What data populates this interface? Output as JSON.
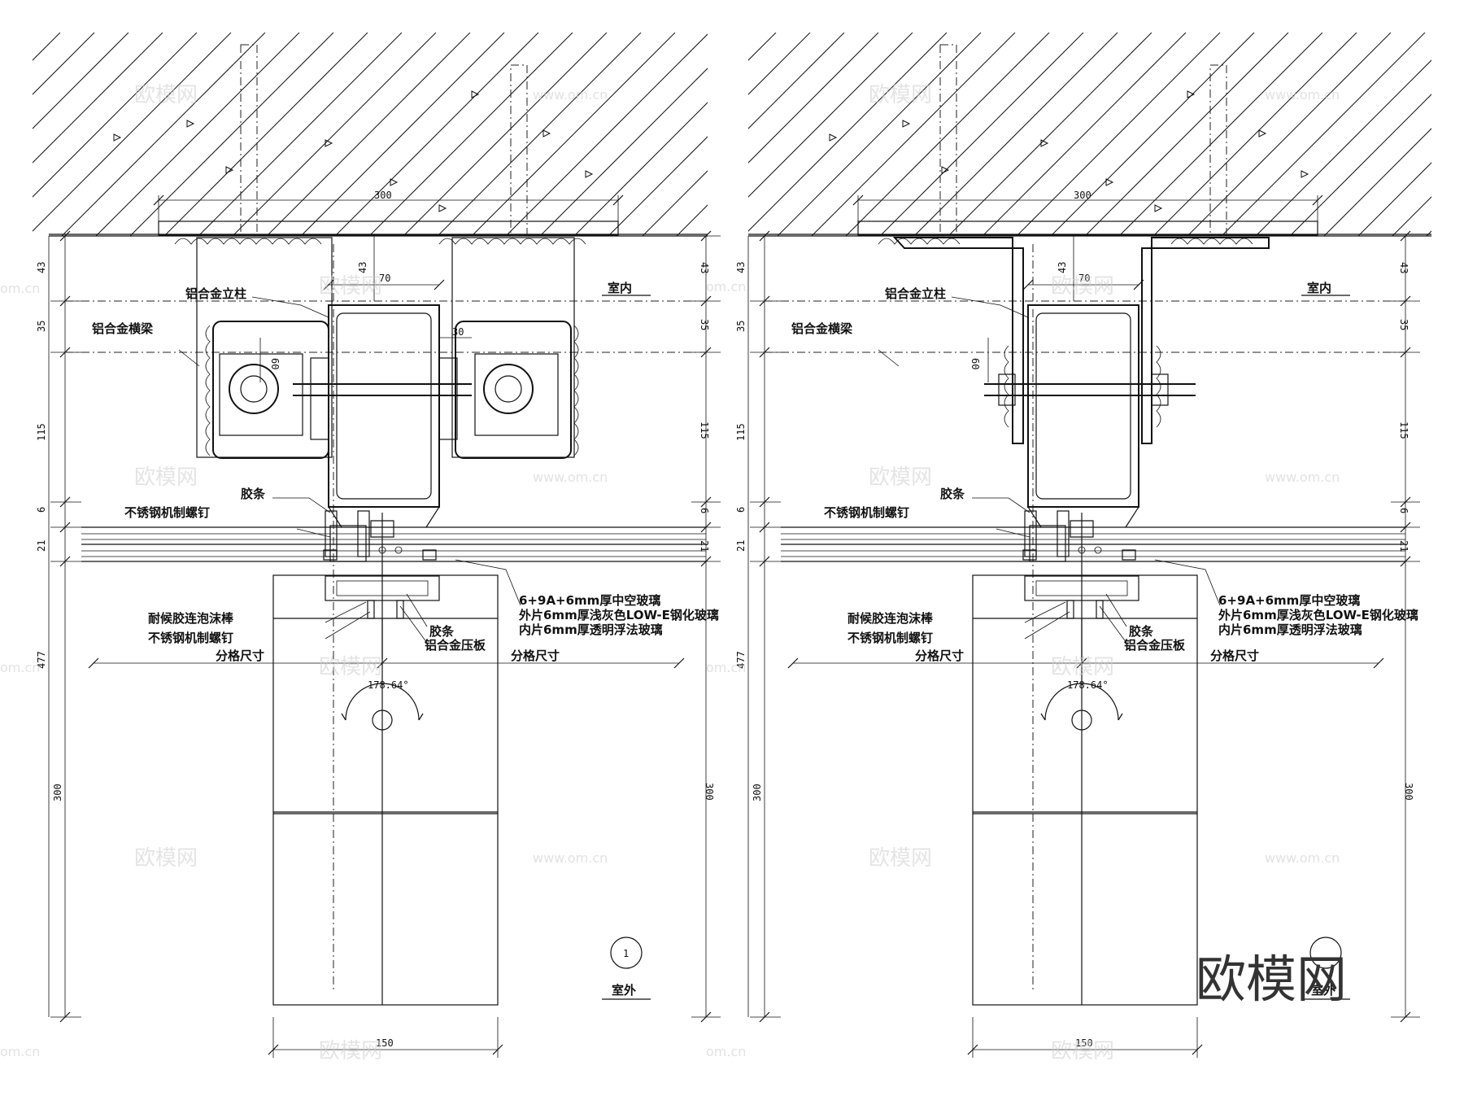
{
  "labels": {
    "indoor": "室内",
    "outdoor": "室外",
    "mullion": "铝合金立柱",
    "transom": "铝合金横梁",
    "gasket_top": "胶条",
    "screw_top": "不锈钢机制螺钉",
    "glass_1": "6+9A+6mm厚中空玻璃",
    "glass_2": "外片6mm厚浅灰色LOW-E钢化玻璃",
    "glass_3": "内片6mm厚透明浮法玻璃",
    "foam_rod": "耐候胶连泡沫棒",
    "screw_bottom": "不锈钢机制螺钉",
    "gasket_bottom": "胶条",
    "pressure_plate": "铝合金压板",
    "grid_size": "分格尺寸",
    "angle": "178.64°",
    "detail_no": "1"
  },
  "dimensions": {
    "d300": "300",
    "d43": "43",
    "d35": "35",
    "d115": "115",
    "d6": "6",
    "d21": "21",
    "d477": "477",
    "d300v": "300",
    "d70": "70",
    "d30": "30",
    "d60": "60",
    "d150": "150"
  },
  "watermark": {
    "cn": "欧模网",
    "url": "www.om.cn",
    "url_short": "om.cn"
  }
}
